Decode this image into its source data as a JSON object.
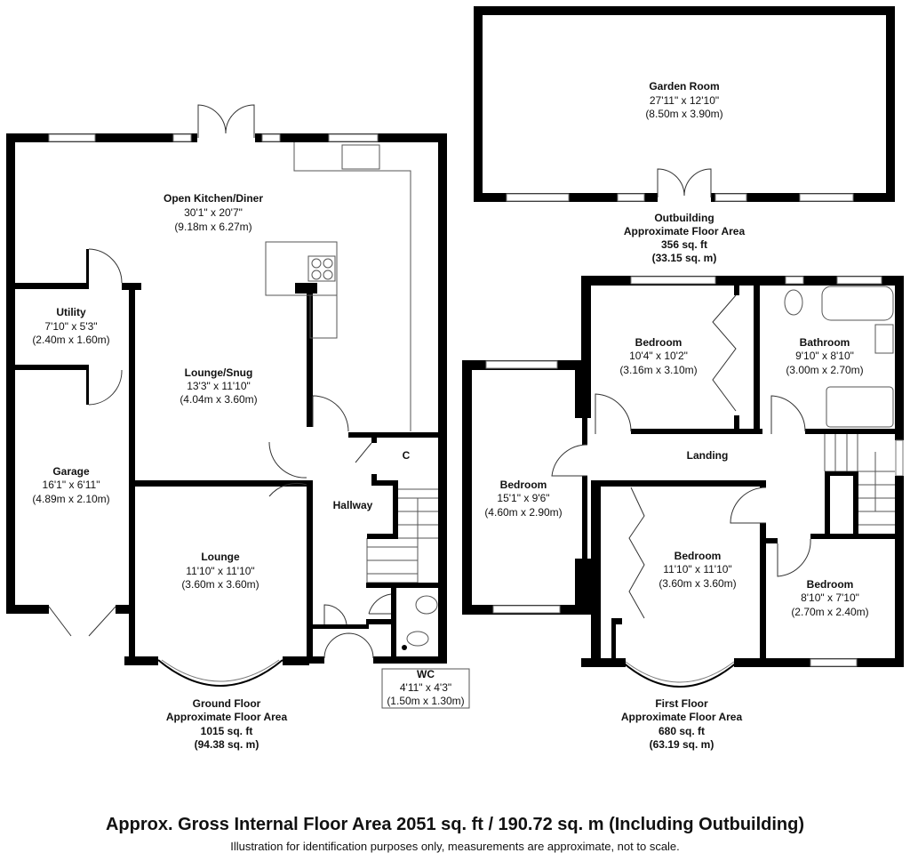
{
  "rooms": {
    "garden_room": {
      "name": "Garden Room",
      "imperial": "27'11\" x 12'10\"",
      "metric": "(8.50m x 3.90m)"
    },
    "kitchen": {
      "name": "Open Kitchen/Diner",
      "imperial": "30'1\" x 20'7\"",
      "metric": "(9.18m x 6.27m)"
    },
    "utility": {
      "name": "Utility",
      "imperial": "7'10\" x 5'3\"",
      "metric": "(2.40m x 1.60m)"
    },
    "snug": {
      "name": "Lounge/Snug",
      "imperial": "13'3\" x 11'10\"",
      "metric": "(4.04m x 3.60m)"
    },
    "garage": {
      "name": "Garage",
      "imperial": "16'1\" x 6'11\"",
      "metric": "(4.89m x 2.10m)"
    },
    "hallway": {
      "name": "Hallway"
    },
    "cupboard": {
      "name": "C"
    },
    "lounge": {
      "name": "Lounge",
      "imperial": "11'10\" x 11'10\"",
      "metric": "(3.60m x 3.60m)"
    },
    "wc": {
      "name": "WC",
      "imperial": "4'11\" x 4'3\"",
      "metric": "(1.50m x 1.30m)"
    },
    "bedroom1": {
      "name": "Bedroom",
      "imperial": "10'4\" x 10'2\"",
      "metric": "(3.16m x 3.10m)"
    },
    "bathroom": {
      "name": "Bathroom",
      "imperial": "9'10\" x 8'10\"",
      "metric": "(3.00m x 2.70m)"
    },
    "bedroom2": {
      "name": "Bedroom",
      "imperial": "15'1\" x 9'6\"",
      "metric": "(4.60m x 2.90m)"
    },
    "landing": {
      "name": "Landing"
    },
    "bedroom3": {
      "name": "Bedroom",
      "imperial": "11'10\" x 11'10\"",
      "metric": "(3.60m x 3.60m)"
    },
    "bedroom4": {
      "name": "Bedroom",
      "imperial": "8'10\" x 7'10\"",
      "metric": "(2.70m x 2.40m)"
    }
  },
  "areas": {
    "outbuilding": {
      "title": "Outbuilding",
      "label": "Approximate Floor Area",
      "sqft": "356 sq. ft",
      "sqm": "(33.15 sq. m)"
    },
    "ground": {
      "title": "Ground Floor",
      "label": "Approximate Floor Area",
      "sqft": "1015 sq. ft",
      "sqm": "(94.38 sq. m)"
    },
    "first": {
      "title": "First Floor",
      "label": "Approximate Floor Area",
      "sqft": "680 sq. ft",
      "sqm": "(63.19 sq. m)"
    }
  },
  "footer": {
    "total": "Approx. Gross Internal Floor Area 2051 sq. ft / 190.72 sq. m (Including Outbuilding)",
    "disclaimer": "Illustration for identification purposes only, measurements are approximate, not to scale."
  }
}
